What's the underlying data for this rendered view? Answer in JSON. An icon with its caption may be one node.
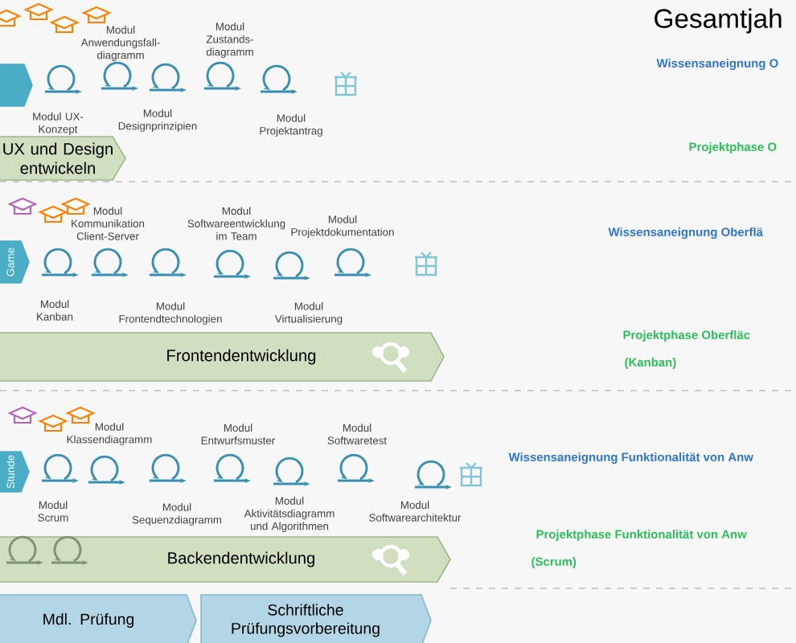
{
  "diagram": {
    "title": "Gesamtjah",
    "nodes": [
      {
        "text": [],
        "shape": "box"
      },
      {
        "text": [
          "UX und Design entwickeln"
        ]
      },
      {
        "text": [
          "Game"
        ]
      },
      {
        "text": [
          "Frontendentwicklung"
        ]
      },
      {
        "text": [
          "Stunde"
        ]
      },
      {
        "text": [
          "Backendentwicklung"
        ]
      },
      {
        "text": [
          "Mdl. Prüfung"
        ]
      },
      {
        "text": [
          "Schriftliche Prüfungsvorbereitung"
        ]
      }
    ],
    "labels": [
      "Modul Anwendungsfall- diagramm",
      "Modul Zustands- diagramm",
      "Wissensaneignung O",
      "Modul UX-Konzept",
      "Modul Designprinzipien",
      "Modul Projektantrag",
      "Projektphase O",
      "Modul Kommunikation Client-Server",
      "Modul Softwareentwicklung im Team",
      "Modul Projektdokumentation",
      "Wissensaneignung Oberflä",
      "Modul Kanban",
      "Modul Frontendtechnologien",
      "Modul Virtualisierung",
      "Projektphase Oberfläc",
      "(Kanban)",
      "Modul Klassendiagramm",
      "Modul Entwurfsmuster",
      "Modul Softwaretest",
      "Wissensaneignung Funktionalität von Anw",
      "Modul Scrum",
      "Modul Sequenzdiagramm",
      "Modul Aktivitätsdiagramm und Algorithmen",
      "Modul Softwarearchitektur",
      "Projektphase Funktionalität von Anw",
      "(Scrum)"
    ]
  }
}
